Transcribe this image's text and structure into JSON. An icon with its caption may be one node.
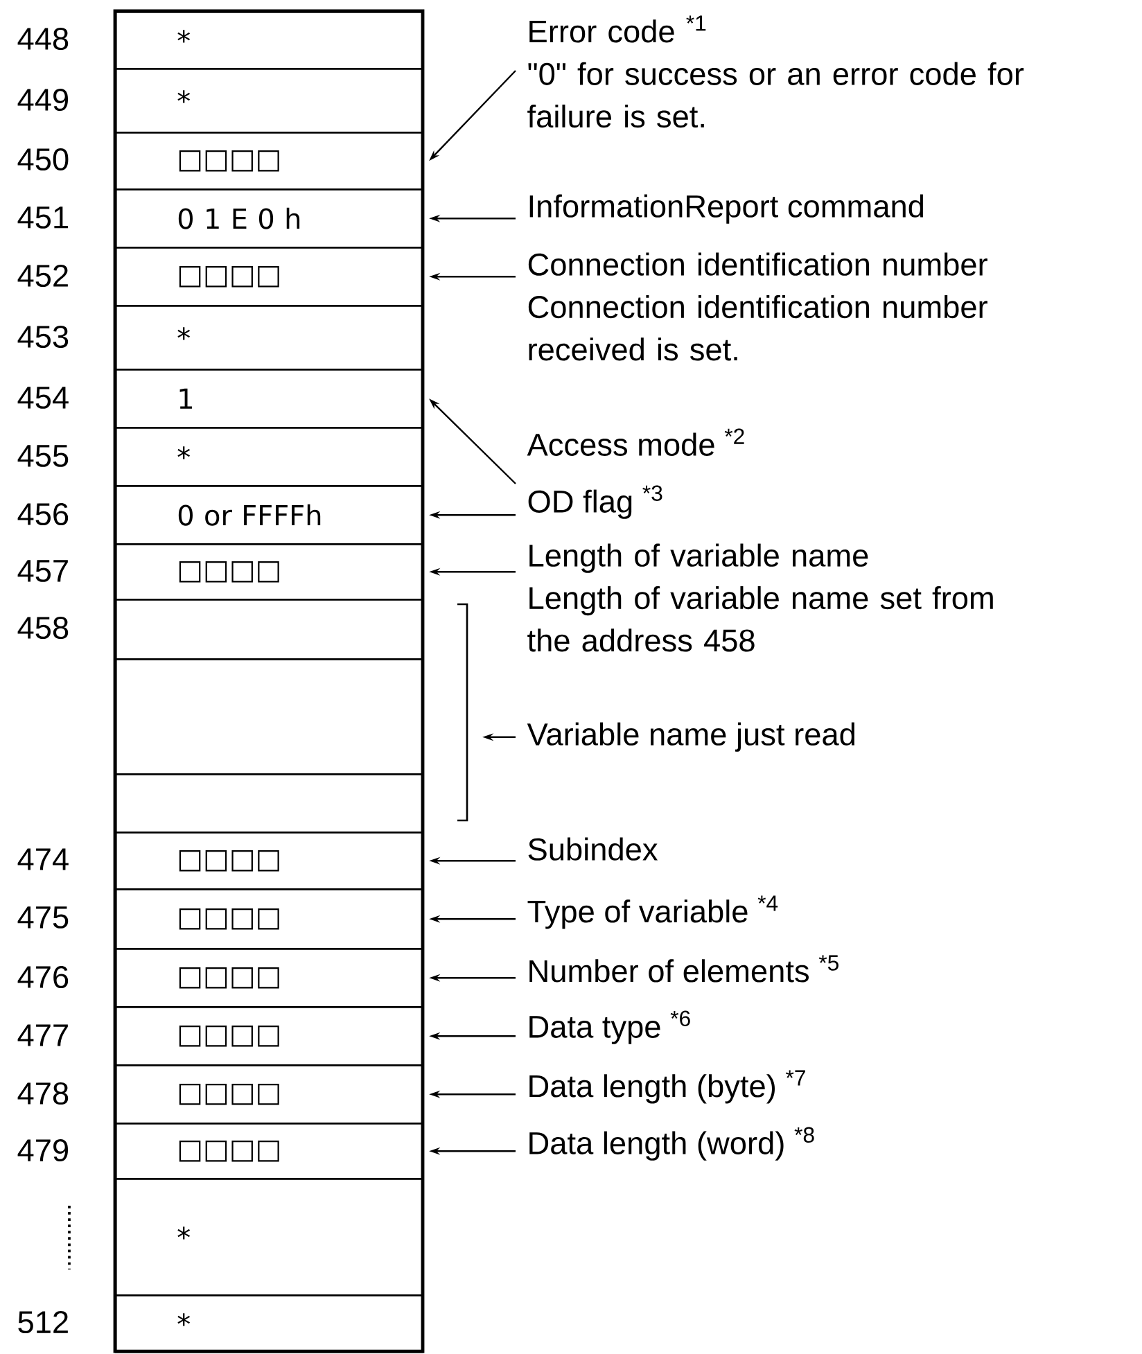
{
  "diagram": {
    "nodes": [
      {
        "text": [
          "*"
        ],
        "beside": [
          "448"
        ]
      },
      {
        "text": [
          "*"
        ],
        "beside": [
          "449"
        ]
      },
      {
        "text": [
          "□□□□"
        ],
        "beside": [
          "450"
        ]
      },
      {
        "text": [
          "0 1 E 0 h"
        ],
        "beside": [
          "451"
        ]
      },
      {
        "text": [
          "□□□□"
        ],
        "beside": [
          "452"
        ]
      },
      {
        "text": [
          "*"
        ],
        "beside": [
          "453"
        ]
      },
      {
        "text": [
          "1"
        ],
        "beside": [
          "454"
        ]
      },
      {
        "text": [
          "*"
        ],
        "beside": [
          "455"
        ]
      },
      {
        "text": [
          "0 or FFFFh"
        ],
        "beside": [
          "456"
        ]
      },
      {
        "text": [
          "□□□□"
        ],
        "beside": [
          "457"
        ]
      },
      {
        "text": [],
        "shape": "box",
        "beside": [
          "458"
        ]
      },
      {
        "text": [],
        "shape": "box"
      },
      {
        "text": [],
        "shape": "box"
      },
      {
        "text": [
          "□□□□"
        ],
        "beside": [
          "474"
        ]
      },
      {
        "text": [
          "□□□□"
        ],
        "beside": [
          "475"
        ]
      },
      {
        "text": [
          "□□□□"
        ],
        "beside": [
          "476"
        ]
      },
      {
        "text": [
          "□□□□"
        ],
        "beside": [
          "477"
        ]
      },
      {
        "text": [
          "□□□□"
        ],
        "beside": [
          "478"
        ]
      },
      {
        "text": [
          "□□□□"
        ],
        "beside": [
          "479"
        ]
      },
      {
        "text": [
          "*"
        ]
      },
      {
        "text": [
          "*"
        ],
        "beside": [
          "512"
        ]
      },
      {
        "text": [
          "Error code $^{*1}$",
          "\"0\" for success or an error code for failure is set."
        ]
      },
      {
        "text": [
          "InformationReport command"
        ]
      },
      {
        "text": [
          "Connection identification number",
          "Connection identification number received is set."
        ]
      },
      {
        "text": [
          "Access mode $^{*2}$"
        ]
      },
      {
        "text": [
          "OD flag $^{*3}$"
        ]
      },
      {
        "text": [
          "Length of variable name",
          "Length of variable name set from the address 458"
        ]
      },
      {
        "text": [
          "Variable name just read"
        ]
      },
      {
        "text": [
          "Subindex"
        ]
      },
      {
        "text": [
          "Type of variable $^{*4}$"
        ]
      },
      {
        "text": [
          "Number of elements $^{*5}$"
        ]
      },
      {
        "text": [
          "Data type $^{*6}$"
        ]
      },
      {
        "text": [
          "Data length (byte) $^{*7}$"
        ]
      },
      {
        "text": [
          "Data length (word) $^{*8}$"
        ]
      }
    ],
    "edges": [
      {
        "from": 21,
        "to": 2,
        "arrow": "to"
      },
      {
        "from": 22,
        "to": 3,
        "arrow": "to"
      },
      {
        "from": 23,
        "to": 4,
        "arrow": "to"
      },
      {
        "from": 24,
        "to": 6,
        "arrow": "to"
      },
      {
        "from": 25,
        "to": 8,
        "arrow": "to"
      },
      {
        "from": 26,
        "to": 9,
        "arrow": "to"
      },
      {
        "from": 27,
        "to": null,
        "arrow": "to"
      },
      {
        "from": 28,
        "to": 13,
        "arrow": "to"
      },
      {
        "from": 29,
        "to": 14,
        "arrow": "to"
      },
      {
        "from": 30,
        "to": 15,
        "arrow": "to"
      },
      {
        "from": 31,
        "to": 16,
        "arrow": "to"
      },
      {
        "from": 32,
        "to": 17,
        "arrow": "to"
      },
      {
        "from": 33,
        "to": 18,
        "arrow": "to"
      }
    ]
  }
}
